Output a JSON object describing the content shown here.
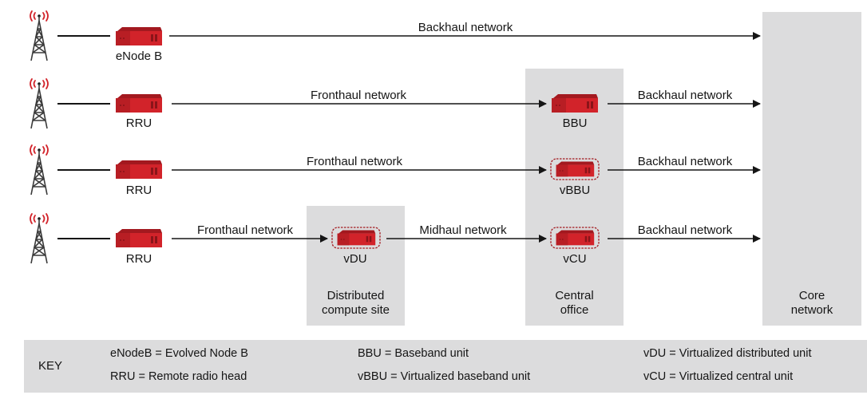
{
  "colors": {
    "accent": "#d2232a",
    "zone_bg": "#dcdcdd",
    "line": "#151515"
  },
  "zones": {
    "distributed": "Distributed compute site",
    "central": "Central office",
    "core": "Core network",
    "distributed_lines": [
      "Distributed",
      "compute site"
    ],
    "central_lines": [
      "Central",
      "office"
    ],
    "core_lines": [
      "Core",
      "network"
    ]
  },
  "rows": [
    {
      "device": "eNode B",
      "network": "Backhaul network"
    },
    {
      "device": "RRU",
      "fronthaul": "Fronthaul network",
      "central_device": "BBU",
      "backhaul": "Backhaul network"
    },
    {
      "device": "RRU",
      "fronthaul": "Fronthaul network",
      "central_device": "vBBU",
      "backhaul": "Backhaul network"
    },
    {
      "device": "RRU",
      "fronthaul": "Fronthaul network",
      "edge_device": "vDU",
      "midhaul": "Midhaul network",
      "central_device": "vCU",
      "backhaul": "Backhaul network"
    }
  ],
  "icons": {
    "tower": "cell-tower-icon",
    "server": "server-appliance-icon",
    "virtual_server": "virtualized-server-icon"
  },
  "key": {
    "title": "KEY",
    "items": [
      "eNodeB = Evolved Node B",
      "RRU = Remote radio head",
      "BBU = Baseband unit",
      "vBBU = Virtualized baseband unit",
      "vDU = Virtualized distributed unit",
      "vCU = Virtualized central unit"
    ]
  }
}
